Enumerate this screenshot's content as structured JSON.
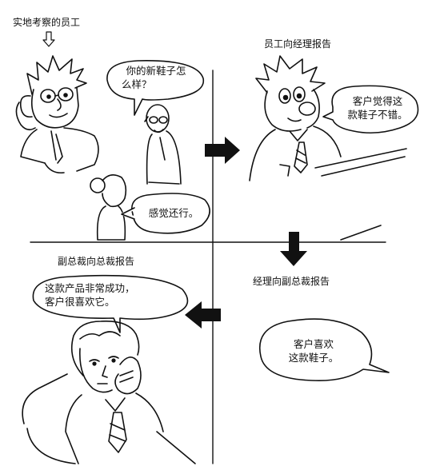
{
  "captions": {
    "observer_title": "实地考察的员工",
    "employee_reports": "员工向经理报告",
    "vp_reports": "副总裁向总裁报告",
    "manager_reports": "经理向副总裁报告"
  },
  "bubbles": {
    "question_line1": "你的新鞋子怎",
    "question_line2": "么样？",
    "answer": "感觉还行。",
    "employee_line1": "客户觉得这",
    "employee_line2": "款鞋子不错。",
    "vp_line1": "这款产品非常成功，",
    "vp_line2": "客户很喜欢它。",
    "manager_line1": "客户喜欢",
    "manager_line2": "这款鞋子。"
  }
}
